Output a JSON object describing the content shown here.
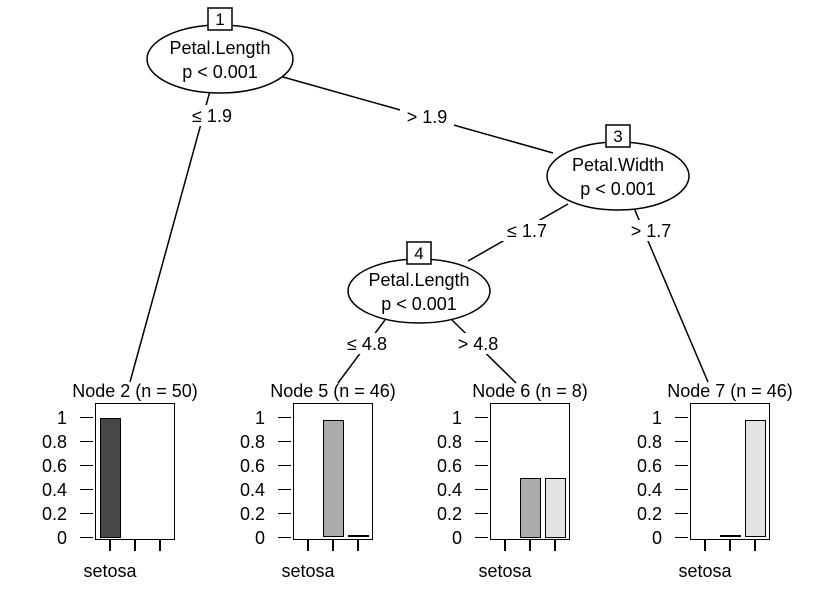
{
  "colors": {
    "background": "#ffffff",
    "line": "#000000",
    "bar_colors": [
      "#474747",
      "#ababab",
      "#e3e3e3"
    ]
  },
  "tree": {
    "nodes": [
      {
        "id": "1",
        "variable": "Petal.Length",
        "p_value": "p < 0.001"
      },
      {
        "id": "3",
        "variable": "Petal.Width",
        "p_value": "p < 0.001"
      },
      {
        "id": "4",
        "variable": "Petal.Length",
        "p_value": "p < 0.001"
      }
    ],
    "edges": [
      {
        "label": "≤ 1.9"
      },
      {
        "label": "> 1.9"
      },
      {
        "label": "≤ 1.7"
      },
      {
        "label": "> 1.7"
      },
      {
        "label": "≤ 4.8"
      },
      {
        "label": "> 4.8"
      }
    ]
  },
  "axis": {
    "tick_labels": [
      "0",
      "0.2",
      "0.4",
      "0.6",
      "0.8",
      "1"
    ],
    "tick_values": [
      0,
      0.2,
      0.4,
      0.6,
      0.8,
      1
    ]
  },
  "panels": [
    {
      "title": "Node 2 (n = 50)",
      "x_label": "setosa",
      "values": [
        1,
        0,
        0
      ]
    },
    {
      "title": "Node 5 (n = 46)",
      "x_label": "setosa",
      "values": [
        0,
        0.978,
        0.022
      ]
    },
    {
      "title": "Node 6 (n = 8)",
      "x_label": "setosa",
      "values": [
        0,
        0.5,
        0.5
      ]
    },
    {
      "title": "Node 7 (n = 46)",
      "x_label": "setosa",
      "values": [
        0,
        0.022,
        0.978
      ]
    }
  ],
  "chart_data": {
    "type": "bar",
    "subtype": "conditional-inference-tree-with-terminal-barplots",
    "inner_nodes": [
      {
        "id": 1,
        "variable": "Petal.Length",
        "test": "p < 0.001",
        "split_left": "≤ 1.9",
        "split_right": "> 1.9",
        "left_child": "Node 2",
        "right_child": "Node 3"
      },
      {
        "id": 3,
        "variable": "Petal.Width",
        "test": "p < 0.001",
        "split_left": "≤ 1.7",
        "split_right": "> 1.7",
        "left_child": "Node 4",
        "right_child": "Node 7"
      },
      {
        "id": 4,
        "variable": "Petal.Length",
        "test": "p < 0.001",
        "split_left": "≤ 4.8",
        "split_right": "> 4.8",
        "left_child": "Node 5",
        "right_child": "Node 6"
      }
    ],
    "terminal_nodes": [
      {
        "title": "Node 2 (n = 50)",
        "n": 50,
        "bar_values": [
          1,
          0,
          0
        ],
        "visible_x_tick_label": "setosa"
      },
      {
        "title": "Node 5 (n = 46)",
        "n": 46,
        "bar_values": [
          0,
          0.978,
          0.022
        ],
        "visible_x_tick_label": "setosa"
      },
      {
        "title": "Node 6 (n = 8)",
        "n": 8,
        "bar_values": [
          0,
          0.5,
          0.5
        ],
        "visible_x_tick_label": "setosa"
      },
      {
        "title": "Node 7 (n = 46)",
        "n": 46,
        "bar_values": [
          0,
          0.022,
          0.978
        ],
        "visible_x_tick_label": "setosa"
      }
    ],
    "ylim": [
      0,
      1
    ],
    "yticks": [
      0,
      0.2,
      0.4,
      0.6,
      0.8,
      1
    ],
    "bars_per_panel": 3,
    "grid": false,
    "legend": false
  }
}
